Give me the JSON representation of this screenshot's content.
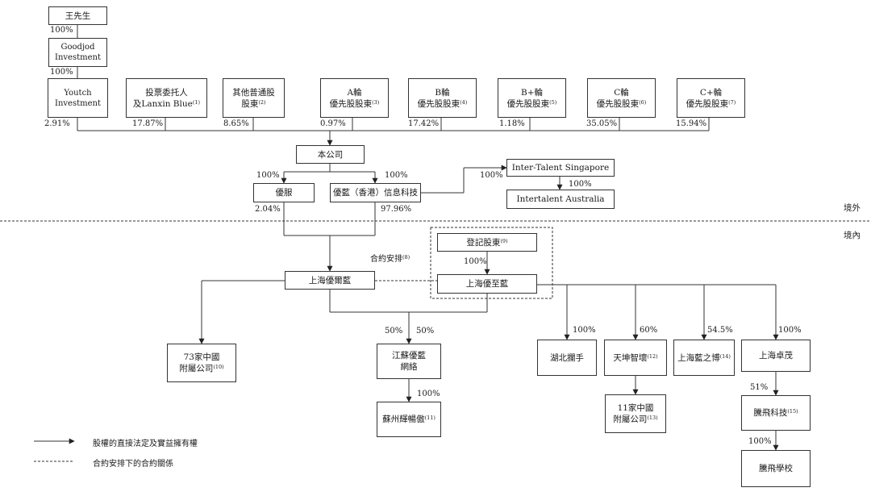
{
  "boxes": {
    "mr_wang": "王先生",
    "goodjod": [
      "Goodjod",
      "Investment"
    ],
    "youtch": [
      "Youtch",
      "Investment"
    ],
    "voting": {
      "line1": "投票委托人",
      "line2": "及Lanxin Blue",
      "note": "(1)"
    },
    "other": {
      "line1": "其他普通股",
      "line2": "股東",
      "note": "(2)"
    },
    "a": {
      "line1": "A輪",
      "line2": "優先股股東",
      "note": "(3)"
    },
    "b": {
      "line1": "B輪",
      "line2": "優先股股東",
      "note": "(4)"
    },
    "bplus": {
      "line1": "B+輪",
      "line2": "優先股股東",
      "note": "(5)"
    },
    "c": {
      "line1": "C輪",
      "line2": "優先股股東",
      "note": "(6)"
    },
    "cplus": {
      "line1": "C+輪",
      "line2": "優先股股東",
      "note": "(7)"
    },
    "company": "本公司",
    "youfu": "優服",
    "youlan_hk": "優藍（香港）信息科技",
    "inter_talent_sg": "Inter-Talent Singapore",
    "intertalent_au": "Intertalent Australia",
    "registered_holders": {
      "text": "登記股東",
      "note": "(9)"
    },
    "shanghai_youzhilan": "上海優至藍",
    "shanghai_youerlan": "上海優爾藍",
    "affiliates_73": {
      "line1": "73家中國",
      "line2": "附屬公司",
      "note": "(10)"
    },
    "jiangsu": [
      "江蘇優藍",
      "網絡"
    ],
    "suzhou": {
      "text": "蘇州輝暢傲",
      "note": "(11)"
    },
    "hubei": "湖北攔手",
    "tiankun": {
      "text": "天坤智壞",
      "note": "(12)"
    },
    "shanghai_lanzhibo": {
      "text": "上海藍之博",
      "note": "(14)"
    },
    "shanghai_zhuomao": "上海卓茂",
    "affiliates_11": {
      "line1": "11家中國",
      "line2": "附屬公司",
      "note": "(13)"
    },
    "tengfei_tech": {
      "text": "騰飛科技",
      "note": "(15)"
    },
    "tengfei_school": "騰飛學校"
  },
  "percentages": {
    "wang_goodjod": "100%",
    "goodjod_youtch": "100%",
    "youtch": "2.91%",
    "voting": "17.87%",
    "other": "8.65%",
    "a": "0.97%",
    "b": "17.42%",
    "bplus": "1.18%",
    "c": "35.05%",
    "cplus": "15.94%",
    "company_youfu": "100%",
    "company_hk": "100%",
    "hk_sg": "100%",
    "sg_au": "100%",
    "youfu_down": "2.04%",
    "hk_down": "97.96%",
    "reg_youzhilan": "100%",
    "jiangsu_left": "50%",
    "jiangsu_right": "50%",
    "jiangsu_suzhou": "100%",
    "hubei": "100%",
    "tiankun": "60%",
    "lanzhibo": "54.5%",
    "zhuomao": "100%",
    "tiankun_11": "",
    "zhuomao_tengfei": "51%",
    "tengfei_school": "100%"
  },
  "labels": {
    "contract": {
      "text": "合約安排",
      "note": "(8)"
    },
    "offshore": "境外",
    "onshore": "境內"
  },
  "legend": {
    "solid": "股權的直接法定及實益擁有權",
    "dashed": "合約安排下的合約關係"
  }
}
